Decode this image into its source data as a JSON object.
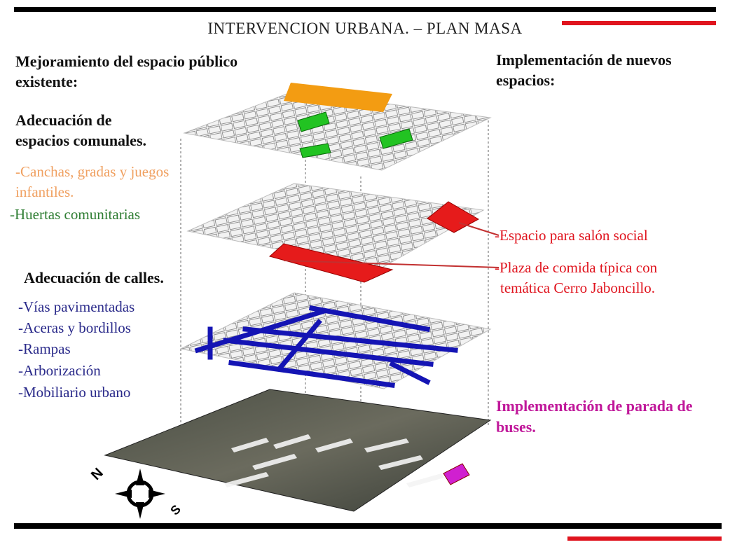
{
  "title": "INTERVENCION URBANA. – PLAN MASA",
  "left": {
    "heading_line1": "Mejoramiento del espacio público",
    "heading_line2": "existente:",
    "sub1_line1": "Adecuación de",
    "sub1_line2": "espacios comunales.",
    "item_canchas_line1": "-Canchas, gradas y juegos",
    "item_canchas_line2": "infantiles.",
    "item_huertas": "-Huertas comunitarias",
    "sub2": "Adecuación de calles.",
    "street_items": [
      "-Vías pavimentadas",
      "-Aceras y bordillos",
      "-Rampas",
      "-Arborización",
      "-Mobiliario urbano"
    ]
  },
  "right": {
    "heading_line1": "Implementación de nuevos",
    "heading_line2": "espacios:",
    "salon": "-Espacio para salón social",
    "plaza_line1": "-Plaza de comida típica con",
    "plaza_line2": "temática Cerro Jaboncillo.",
    "parada_line1": "Implementación de parada de",
    "parada_line2": "buses."
  },
  "compass": {
    "north": "N",
    "south": "S"
  },
  "colors": {
    "canchas": "#f0a060",
    "huertas": "#2e7d32",
    "streets": "#2a2a8a",
    "new_spaces": "#e0141e",
    "parada": "#c0189a",
    "orange_block": "#f39c12",
    "green_block": "#22c322",
    "blue_street": "#1414b4"
  }
}
